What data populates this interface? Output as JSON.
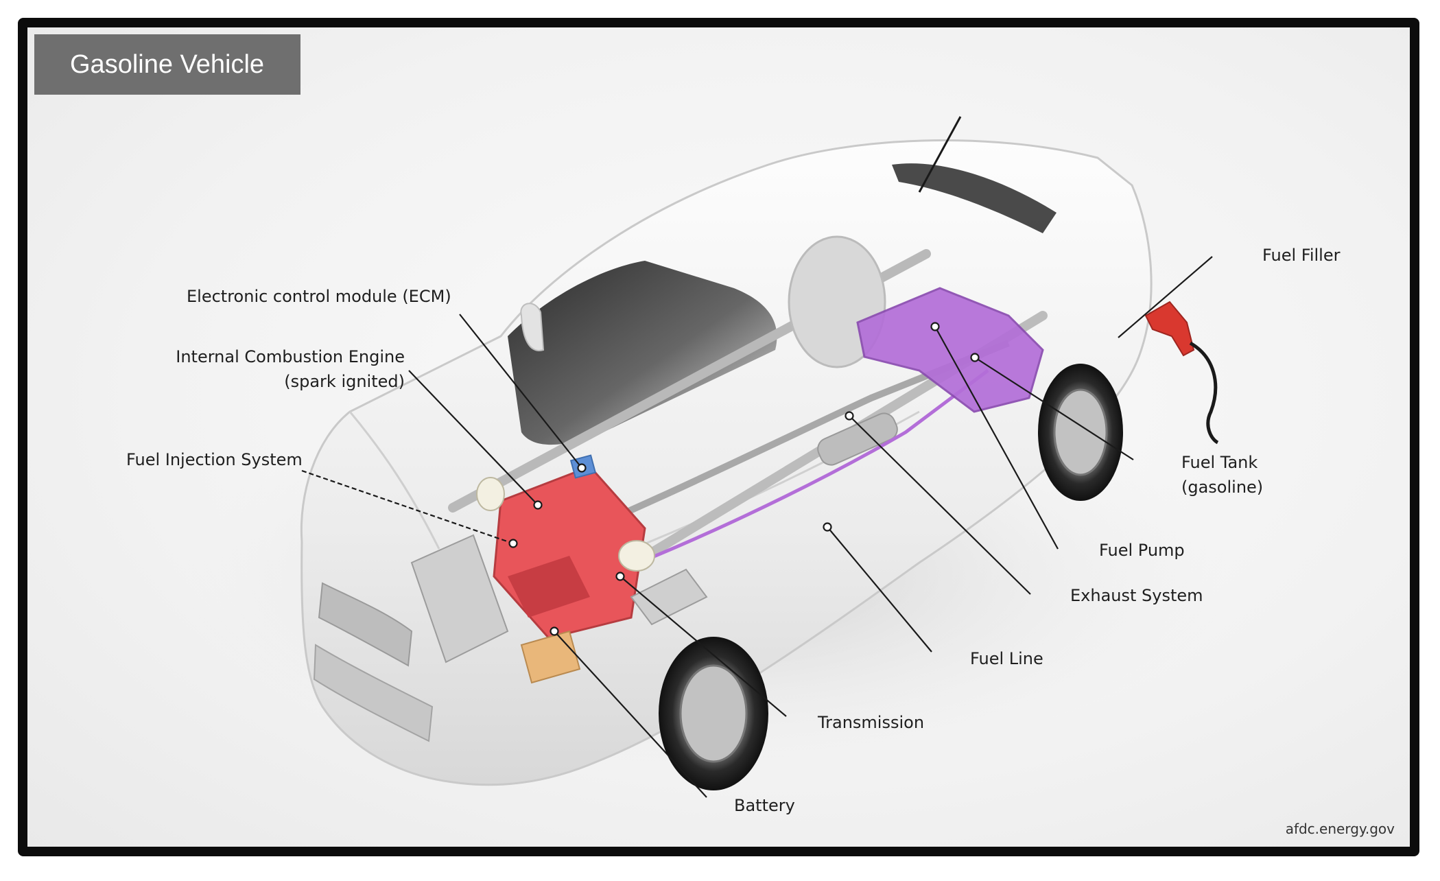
{
  "title": "Gasoline Vehicle",
  "credit": "afdc.energy.gov",
  "labels": {
    "ecm": "Electronic control module (ECM)",
    "engine_line1": "Internal Combustion Engine",
    "engine_line2": "(spark ignited)",
    "fuel_injection": "Fuel Injection System",
    "fuel_filler": "Fuel Filler",
    "fuel_tank_line1": "Fuel Tank",
    "fuel_tank_line2": "(gasoline)",
    "fuel_pump": "Fuel Pump",
    "exhaust": "Exhaust System",
    "fuel_line": "Fuel Line",
    "transmission": "Transmission",
    "battery": "Battery"
  },
  "colors": {
    "engine": "#e8555a",
    "fuel_tank": "#b36ed8",
    "battery": "#e9b77a",
    "ecm": "#5d8fd6",
    "fuel_filler": "#d9382f",
    "frame": "#0c0c0c",
    "title_bg": "#6f6f6f"
  }
}
